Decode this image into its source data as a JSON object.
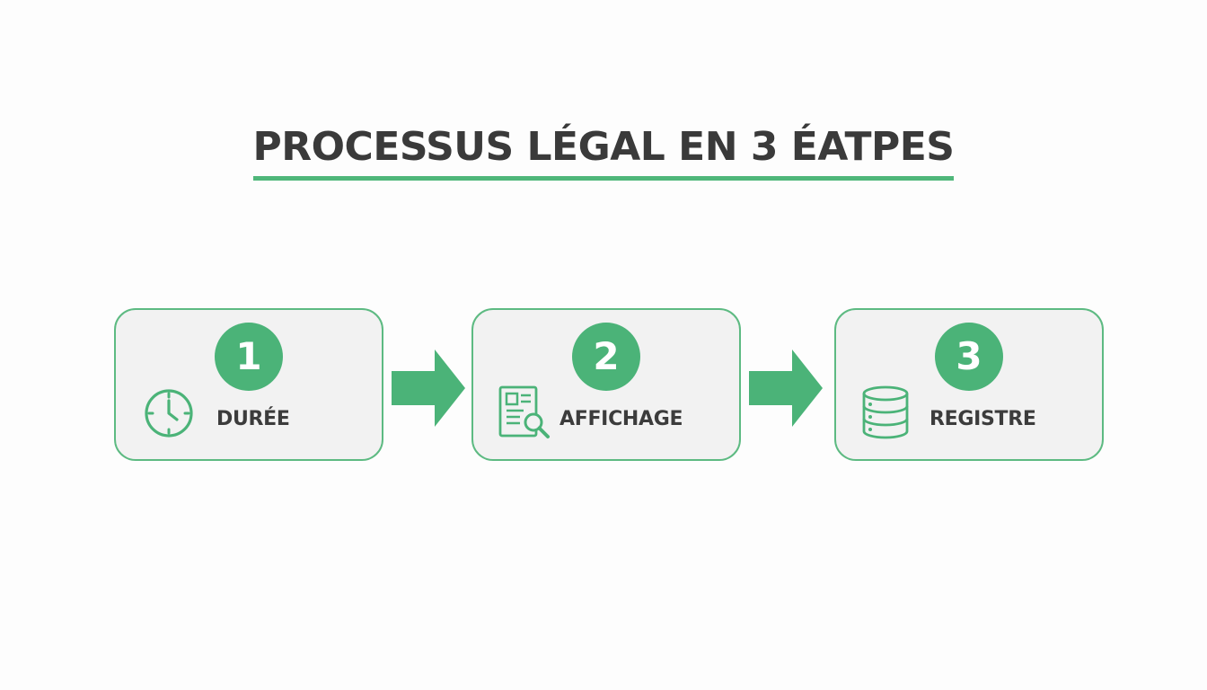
{
  "title": "PROCESSUS LÉGAL EN 3 ÉATPES",
  "colors": {
    "accent": "#4bb378",
    "border": "#5dba82",
    "card_bg": "#f2f2f2",
    "text": "#3a3a3a"
  },
  "steps": [
    {
      "number": "1",
      "label": "DURÉE",
      "icon": "clock-icon"
    },
    {
      "number": "2",
      "label": "AFFICHAGE",
      "icon": "document-search-icon"
    },
    {
      "number": "3",
      "label": "REGISTRE",
      "icon": "database-icon"
    }
  ],
  "connectors": [
    "arrow-right-icon",
    "arrow-right-icon"
  ]
}
